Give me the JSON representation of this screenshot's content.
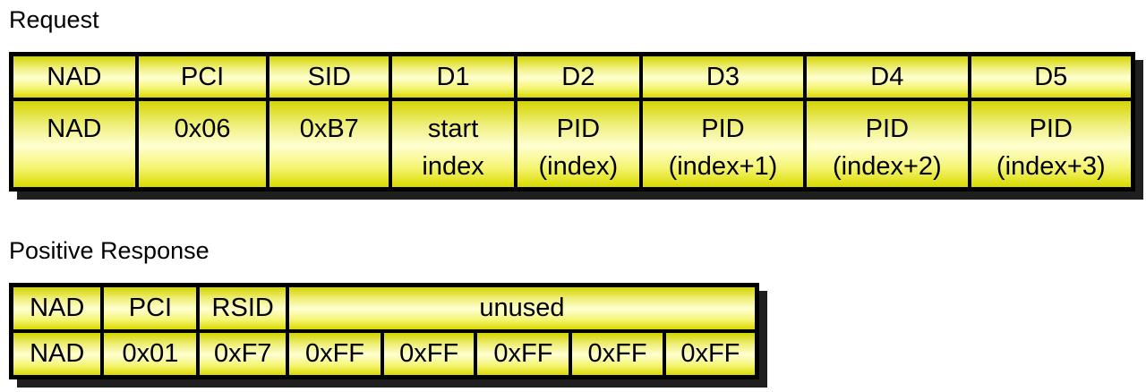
{
  "request": {
    "title": "Request",
    "headers": [
      "NAD",
      "PCI",
      "SID",
      "D1",
      "D2",
      "D3",
      "D4",
      "D5"
    ],
    "values": [
      "NAD",
      "0x06",
      "0xB7",
      "start\nindex",
      "PID\n(index)",
      "PID\n(index+1)",
      "PID\n(index+2)",
      "PID\n(index+3)"
    ]
  },
  "response": {
    "title": "Positive Response",
    "headers": [
      "NAD",
      "PCI",
      "RSID",
      "unused"
    ],
    "values": [
      "NAD",
      "0x01",
      "0xF7",
      "0xFF",
      "0xFF",
      "0xFF",
      "0xFF",
      "0xFF"
    ]
  },
  "colors": {
    "cell_gradient_top": "#d4d400",
    "cell_gradient_middle": "#ffffd2",
    "cell_gradient_bottom": "#d9d900",
    "border": "#000000",
    "shadow": "#1f1f1f",
    "text": "#000000",
    "background": "#ffffff"
  }
}
